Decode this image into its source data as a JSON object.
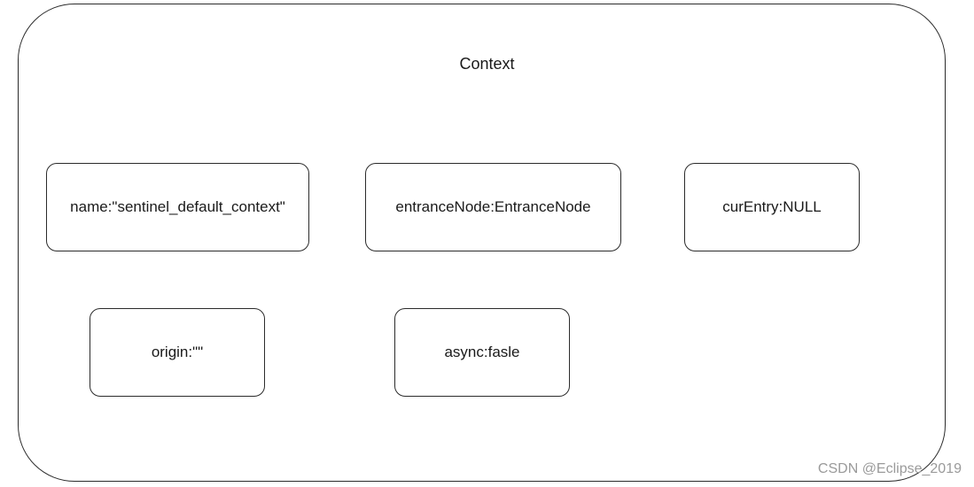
{
  "diagram": {
    "title": "Context",
    "fields": {
      "name": "name:\"sentinel_default_context\"",
      "entrance_node": "entranceNode:EntranceNode",
      "cur_entry": "curEntry:NULL",
      "origin": "origin:\"\"",
      "async": "async:fasle"
    }
  },
  "watermark": "CSDN @Eclipse_2019"
}
